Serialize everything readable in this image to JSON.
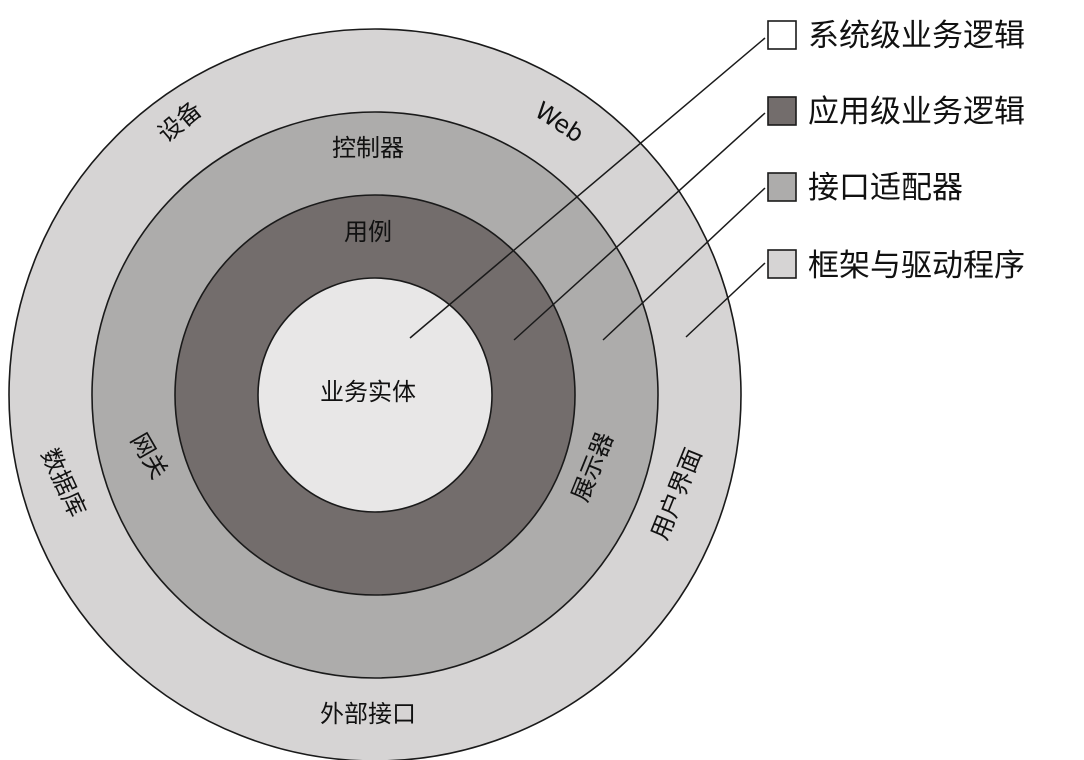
{
  "colors": {
    "frameworks": "#d6d4d4",
    "adapters": "#adacab",
    "use_cases": "#736d6c",
    "entities": "#e8e7e7",
    "outline": "#1a1a1a",
    "line": "#1a1a1a"
  },
  "center": {
    "label": "业务实体"
  },
  "rings": {
    "use_cases": {
      "label": "用例"
    },
    "adapters": {
      "top": "控制器",
      "left": "网关",
      "right": "展示器"
    },
    "frameworks": {
      "upper_left": "设备",
      "upper_right": "Web",
      "left": "数据库",
      "right": "用户界面",
      "bottom": "外部接口"
    }
  },
  "legend": [
    {
      "label": "系统级业务逻辑",
      "color": "#ffffff"
    },
    {
      "label": "应用级业务逻辑",
      "color": "#736d6c"
    },
    {
      "label": "接口适配器",
      "color": "#adacab"
    },
    {
      "label": "框架与驱动程序",
      "color": "#d6d4d4"
    }
  ]
}
